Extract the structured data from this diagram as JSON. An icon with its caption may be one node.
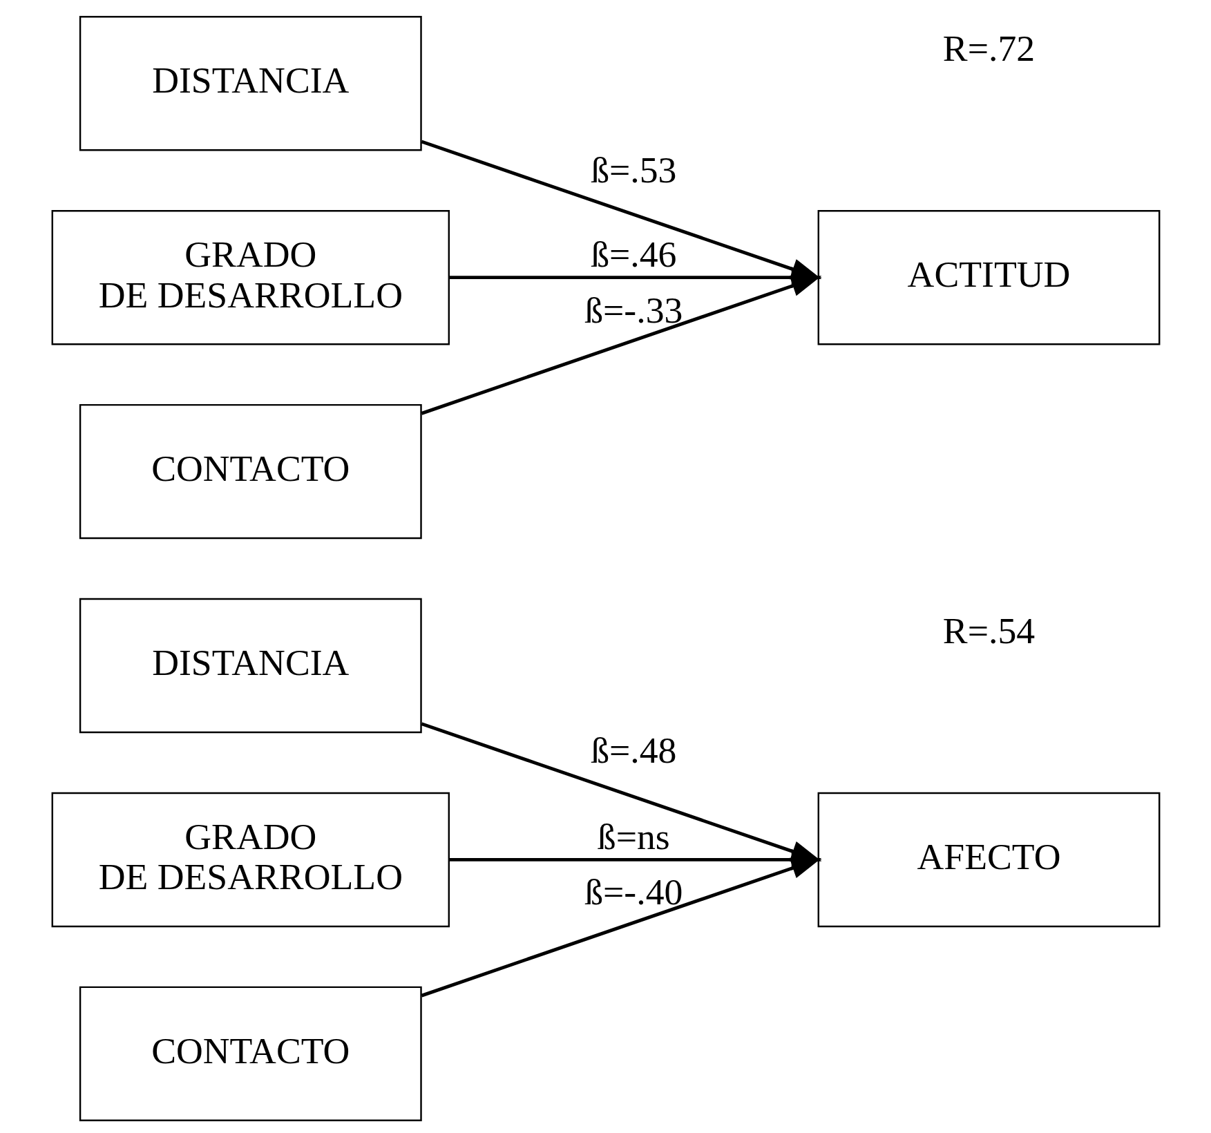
{
  "diagram": {
    "nodes": [
      {
        "text": [
          "DISTANCIA"
        ]
      },
      {
        "text": [
          "GRADO DE DESARROLLO"
        ]
      },
      {
        "text": [
          "CONTACTO"
        ]
      },
      {
        "text": [
          "AFECTO"
        ]
      },
      {
        "text": [
          "DISTANCIA"
        ]
      },
      {
        "text": [
          "GRADO DE DESARROLLO"
        ]
      },
      {
        "text": [
          "CONTACTO"
        ]
      },
      {
        "text": [
          "ACTITUD"
        ]
      }
    ],
    "edges": [
      {
        "from": 0,
        "to": 3,
        "arrow": "to",
        "label": "ß=.48"
      },
      {
        "from": 1,
        "to": 3,
        "arrow": "to",
        "label": "ß=ns"
      },
      {
        "from": 2,
        "to": 3,
        "arrow": "to",
        "label": "ß=-.40"
      },
      {
        "from": 4,
        "to": 7,
        "arrow": "to",
        "label": "ß=.53"
      },
      {
        "from": 5,
        "to": 7,
        "arrow": "to",
        "label": "ß=.46"
      },
      {
        "from": 6,
        "to": 7,
        "arrow": "to",
        "label": "ß=-.33"
      }
    ],
    "labels": [
      "R=.54",
      "R=.72"
    ]
  }
}
